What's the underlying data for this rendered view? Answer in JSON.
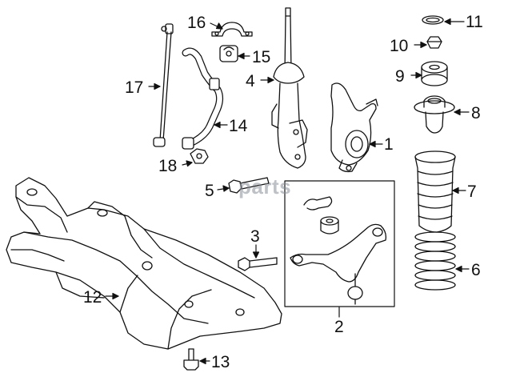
{
  "diagram": {
    "watermark": "parts",
    "callouts": [
      {
        "id": "c1",
        "number": "1"
      },
      {
        "id": "c2",
        "number": "2"
      },
      {
        "id": "c3",
        "number": "3"
      },
      {
        "id": "c4",
        "number": "4"
      },
      {
        "id": "c5",
        "number": "5"
      },
      {
        "id": "c6",
        "number": "6"
      },
      {
        "id": "c7",
        "number": "7"
      },
      {
        "id": "c8",
        "number": "8"
      },
      {
        "id": "c9",
        "number": "9"
      },
      {
        "id": "c10",
        "number": "10"
      },
      {
        "id": "c11",
        "number": "11"
      },
      {
        "id": "c12",
        "number": "12"
      },
      {
        "id": "c13",
        "number": "13"
      },
      {
        "id": "c14",
        "number": "14"
      },
      {
        "id": "c15",
        "number": "15"
      },
      {
        "id": "c16",
        "number": "16"
      },
      {
        "id": "c17",
        "number": "17"
      },
      {
        "id": "c18",
        "number": "18"
      }
    ],
    "colors": {
      "line": "#111111",
      "fill": "#ffffff",
      "watermark": "#8a9097"
    }
  }
}
